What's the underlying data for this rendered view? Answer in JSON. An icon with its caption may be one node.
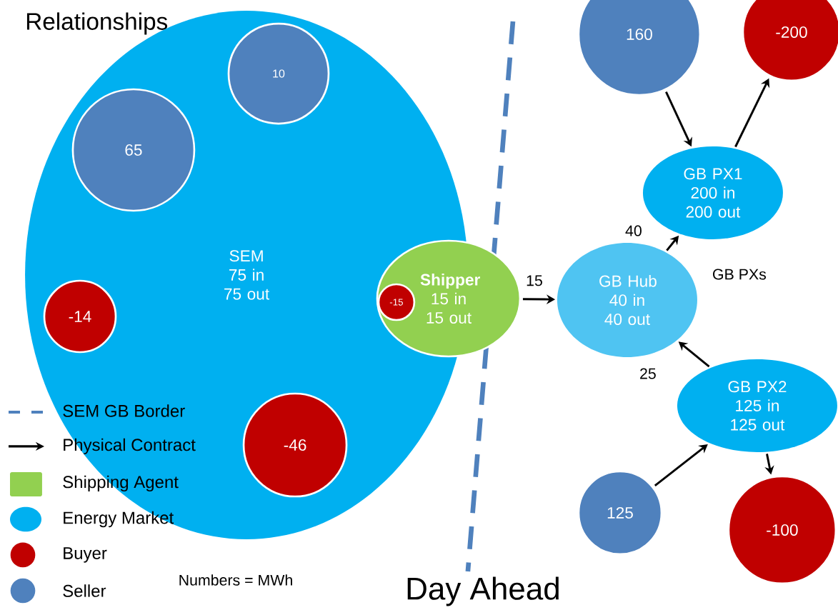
{
  "diagram": {
    "title": "Relationships",
    "nodes": [
      {
        "text": [
          "SEM 75 in 75 out"
        ]
      },
      {
        "text": [
          "10"
        ],
        "in": 0
      },
      {
        "text": [
          "65"
        ],
        "in": 0
      },
      {
        "text": [
          "-14"
        ],
        "in": 0
      },
      {
        "text": [
          "-46"
        ],
        "in": 0
      },
      {
        "text": [
          "Shipper",
          "15 in 15 out"
        ]
      },
      {
        "text": [
          "-15"
        ]
      },
      {
        "text": [
          "GB Hub",
          "40 in 40 out"
        ]
      },
      {
        "text": [
          "GB PX1",
          "200 in 200 out"
        ]
      },
      {
        "text": [
          "GB PX2",
          "125 in 125 out"
        ]
      },
      {
        "text": [
          "160"
        ]
      },
      {
        "text": [
          "-200"
        ]
      },
      {
        "text": [
          "125"
        ]
      },
      {
        "text": [
          "-100"
        ]
      }
    ],
    "edges": [
      {
        "from": 5,
        "to": 7,
        "arrow": "to",
        "label": "15"
      },
      {
        "from": 7,
        "to": 8,
        "arrow": "to",
        "label": "40"
      },
      {
        "from": 9,
        "to": 7,
        "arrow": "to",
        "label": "25"
      },
      {
        "from": 10,
        "to": 8,
        "arrow": "to"
      },
      {
        "from": 8,
        "to": 11,
        "arrow": "to"
      },
      {
        "from": 12,
        "to": 9,
        "arrow": "to"
      },
      {
        "from": 9,
        "to": 13,
        "arrow": "to"
      }
    ],
    "labels": [
      "GB PXs",
      "Numbers = MWh",
      "Day Ahead"
    ],
    "legend": [
      {
        "text": "SEM GB Border"
      },
      {
        "text": "Physical Contract"
      },
      {
        "text": "Shipping Agent",
        "color": "#92d050"
      },
      {
        "text": "Energy Market",
        "color": "#00b0f0"
      },
      {
        "text": "Buyer",
        "color": "#c00000"
      },
      {
        "text": "Seller",
        "color": "#4f81bd"
      }
    ]
  }
}
